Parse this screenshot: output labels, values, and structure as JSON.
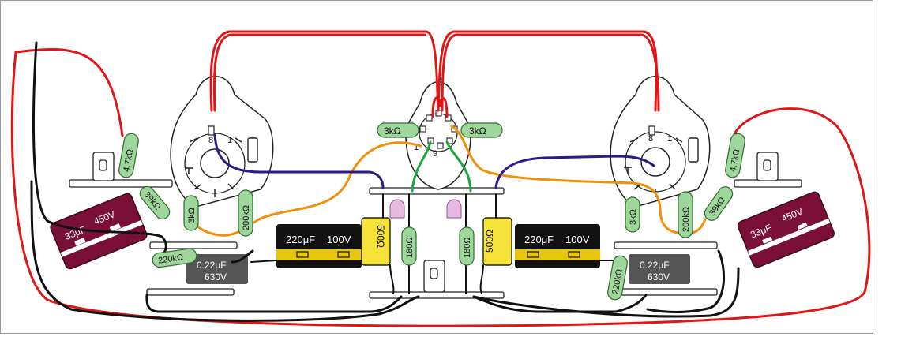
{
  "colors": {
    "wire_red": "#e01616",
    "wire_black": "#111111",
    "wire_orange": "#f0900a",
    "wire_purple": "#2a1a8a",
    "wire_green": "#1aa83a",
    "resistor_fill": "#9fd69c",
    "resistor_stroke": "#2f6b2f",
    "cap_electrolytic_body": "#111111",
    "cap_electrolytic_band": "#e8c60c",
    "cap_big_body": "#7a1038",
    "film_cap_body": "#555555",
    "yellow_block": "#f5e33a",
    "led_pink": "#e7b8e2",
    "frame_border": "#999999"
  },
  "labels": {
    "r_3k_left": "3kΩ",
    "r_3k_right": "3kΩ",
    "r_4k7_left": "4.7kΩ",
    "r_4k7_right": "4.7kΩ",
    "r_39k_left": "39kΩ",
    "r_39k_right": "39kΩ",
    "r_3k_left_tube": "3kΩ",
    "r_3k_right_tube": "3kΩ",
    "r_200k_left": "200kΩ",
    "r_200k_right": "200kΩ",
    "r_220k_left": "220kΩ",
    "r_220k_right": "220kΩ",
    "r_180_left": "180Ω",
    "r_180_right": "180Ω",
    "pot_500_left": "500Ω",
    "pot_500_right": "500Ω",
    "cap_220u_left_value": "220μF",
    "cap_220u_left_voltage": "100V",
    "cap_220u_right_value": "220μF",
    "cap_220u_right_voltage": "100V",
    "cap_33u_left_value": "33μF",
    "cap_33u_left_voltage": "450V",
    "cap_33u_right_value": "33μF",
    "cap_33u_right_voltage": "450V",
    "film_left_value": "0.22μF",
    "film_left_voltage": "630V",
    "film_right_value": "0.22μF",
    "film_right_voltage": "630V",
    "pin8_left": "8",
    "pin1_left": "1",
    "pin8_right": "8",
    "pin1_right": "1",
    "pin1_center": "1",
    "pin9_center": "9"
  }
}
